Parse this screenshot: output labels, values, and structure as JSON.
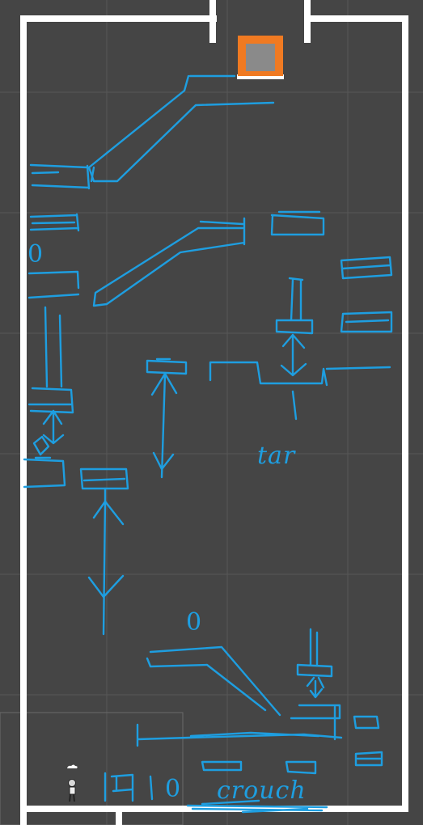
{
  "scene": {
    "background_color": "#454545",
    "wall_color": "#ffffff",
    "sketch_color": "#1e9ee0",
    "exit_block": {
      "frame_color": "#f07a22",
      "fill_color": "#8a8a8a"
    }
  },
  "annotations": {
    "tar_label": "tar",
    "crouch_label": "crouch",
    "coin_symbol": "0"
  },
  "player": {
    "icon": "player-character-icon",
    "hat_icon": "cloud-icon"
  }
}
